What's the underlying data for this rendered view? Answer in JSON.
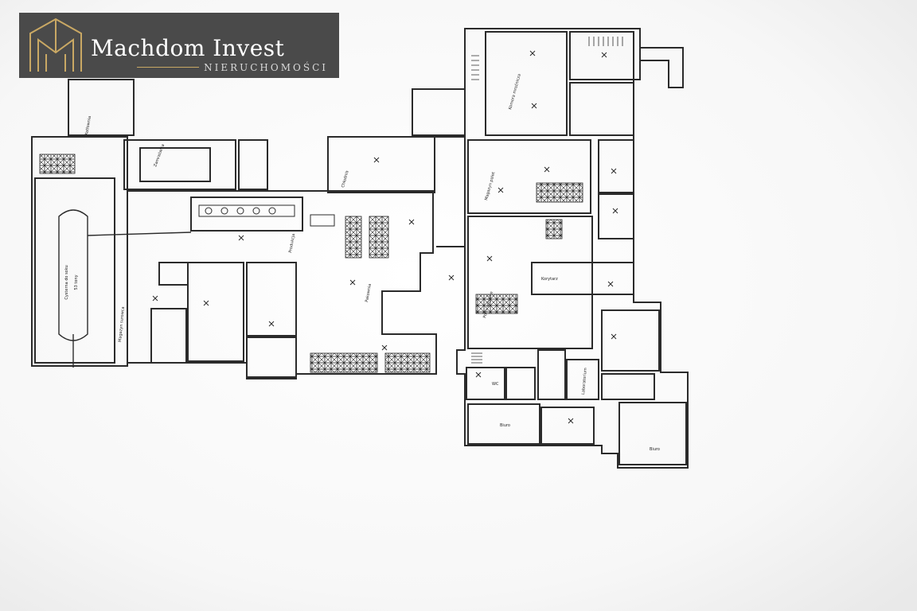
{
  "brand": {
    "name": "Machdom Invest",
    "tagline": "NIERUCHOMOŚCI",
    "gold_color": "#c9a864",
    "banner_color": "#4a4a4a"
  },
  "plan": {
    "wall_color": "#2b2b2b",
    "labels": {
      "tank": "Cysterna do soku",
      "tank_volume": "53 tony",
      "freezer": "Zamrażarka",
      "production": "Produkcja",
      "packing": "Pakownia",
      "cold_store": "Chłodnia",
      "office_1": "Biuro",
      "office_2": "Biuro",
      "storage_ingredients": "Magazyn surowca",
      "chamber": "Komora mroźnicza",
      "wc": "WC",
      "corridor": "Korytarz",
      "storage_pallets": "Magazyn palet",
      "social": "Pom. socjalne",
      "lab": "Laboratorium",
      "boiler": "Kotłownia"
    }
  }
}
